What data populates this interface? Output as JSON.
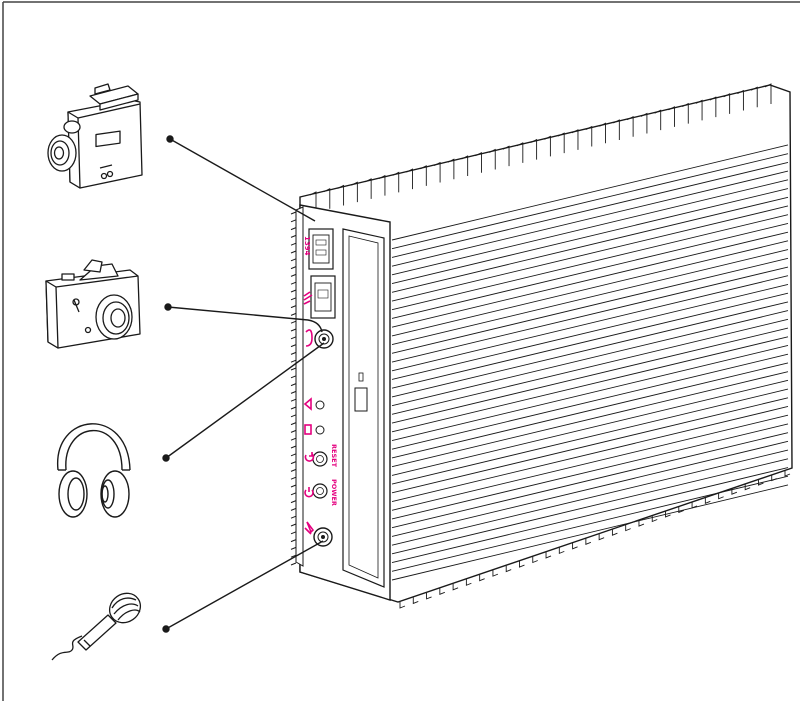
{
  "ports": {
    "ieee1394_label": "1394",
    "reset_label": "RESET",
    "power_label": "POWER"
  },
  "devices": [
    {
      "name": "camcorder-icon"
    },
    {
      "name": "camera-icon"
    },
    {
      "name": "headphones-icon"
    },
    {
      "name": "microphone-icon"
    }
  ],
  "colors": {
    "line": "#1a1a1a",
    "accent": "#e4007f",
    "frame": "#444444",
    "fill": "#ffffff"
  }
}
